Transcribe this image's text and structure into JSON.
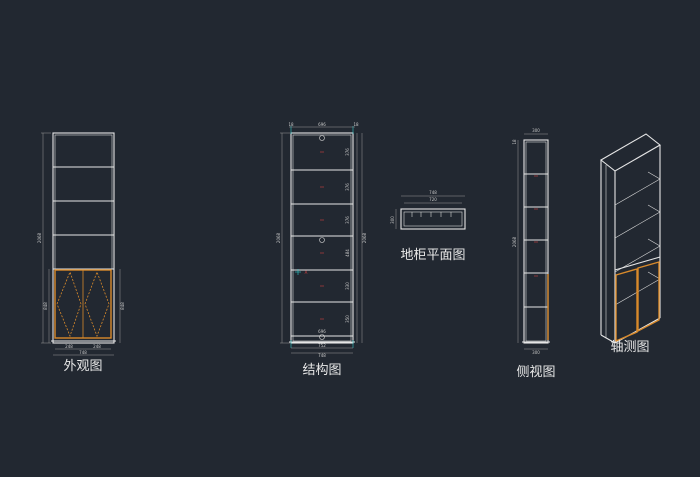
{
  "views": {
    "exterior": {
      "caption": "外观图",
      "dims": {
        "height_total": "2068",
        "base_left": "848",
        "base_right": "848",
        "door_left": "248",
        "door_right": "248",
        "width": "748"
      }
    },
    "structure": {
      "caption": "结构图",
      "dims": {
        "top_left": "18",
        "top": "696",
        "top_right": "18",
        "heights_right": [
          "376",
          "376",
          "376",
          "484",
          "330",
          "350"
        ],
        "height_left": "2068",
        "height_right": "2068",
        "bottom_inner": "696",
        "bottom_mid": "752",
        "width": "748",
        "marker": "A"
      }
    },
    "plan": {
      "caption": "地柜平面图",
      "dims": {
        "outer": "748",
        "inner": "720",
        "depth": "300"
      }
    },
    "side": {
      "caption": "侧视图",
      "dims": {
        "top": "300",
        "top_left": "18",
        "height": "2068",
        "bottom": "300"
      }
    },
    "axonometric": {
      "caption": "轴测图"
    }
  },
  "colors": {
    "background": "#222831",
    "line": "#e6e6e6",
    "door": "#d98a2b",
    "dimension": "#31c9c9",
    "marker": "#d04040"
  }
}
